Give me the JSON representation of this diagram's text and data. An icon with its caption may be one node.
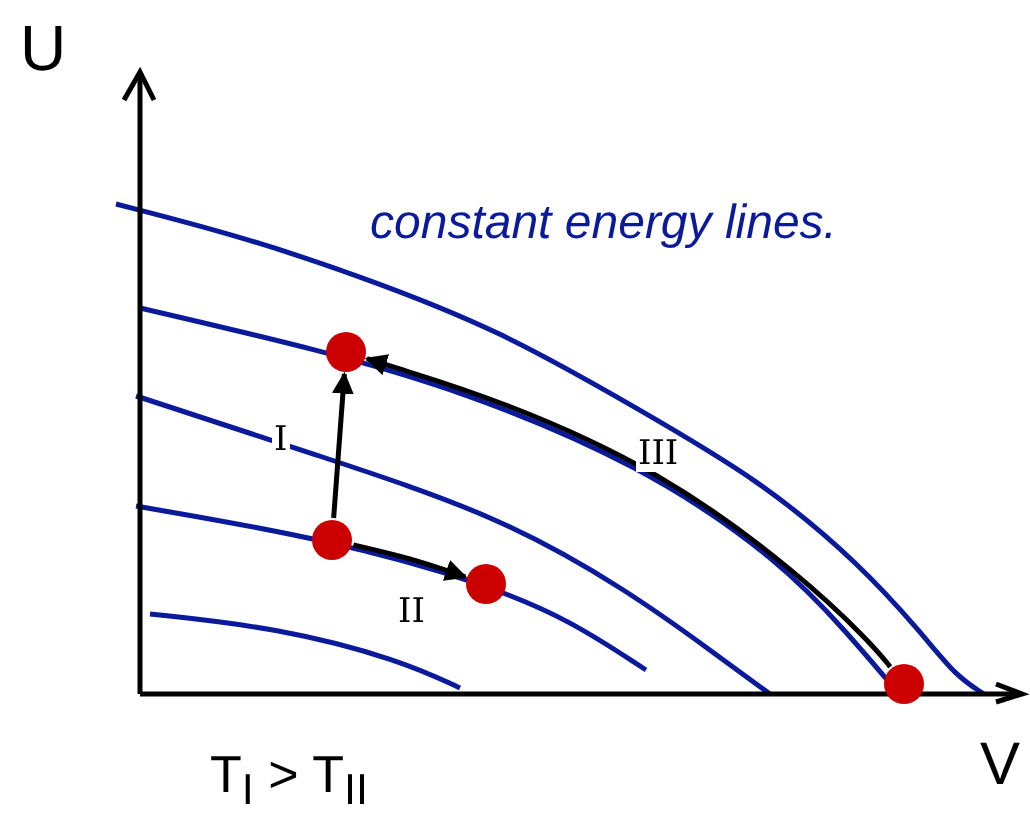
{
  "diagram": {
    "nodes": [
      {
        "text": [],
        "shape": "circle"
      },
      {
        "text": [],
        "shape": "circle"
      },
      {
        "text": [],
        "shape": "circle"
      },
      {
        "text": [],
        "shape": "circle"
      }
    ],
    "edges": [
      {
        "from": 1,
        "to": 0,
        "arrow": "to",
        "label": "I"
      },
      {
        "from": 1,
        "to": 2,
        "arrow": "to",
        "label": "II"
      },
      {
        "from": 3,
        "to": 0,
        "arrow": "to",
        "label": "III"
      }
    ],
    "labels": [
      "U",
      "constant energy lines.",
      "V",
      "T$_{I}$ > T$_{II}$"
    ]
  }
}
